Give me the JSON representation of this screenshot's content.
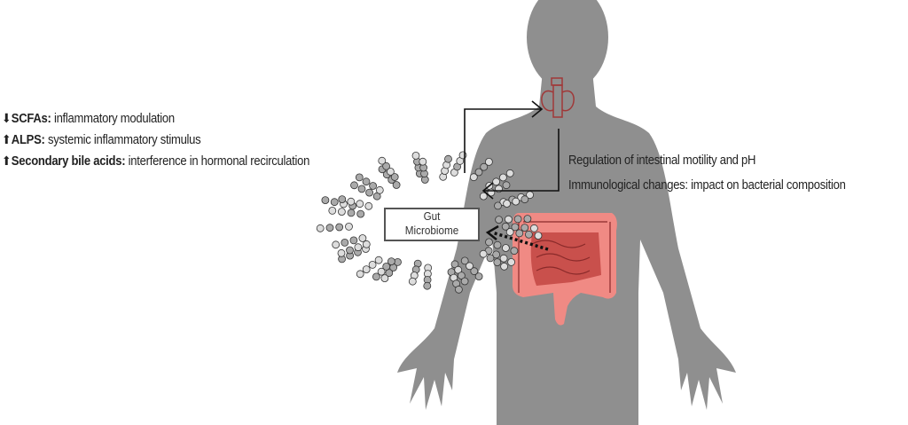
{
  "effects": [
    {
      "direction": "down",
      "arrow": "⬇",
      "term": "SCFAs:",
      "desc": " inflammatory modulation"
    },
    {
      "direction": "up",
      "arrow": "⬆",
      "term": "ALPS:",
      "desc": " systemic inflammatory stimulus"
    },
    {
      "direction": "up",
      "arrow": "⬆",
      "term": "Secondary bile acids:",
      "desc": " interference in hormonal recirculation"
    }
  ],
  "thyroid_effects": [
    "Regulation of intestinal motility and pH",
    "Immunological changes: impact on bacterial composition"
  ],
  "box": {
    "line1": "Gut",
    "line2": "Microbiome"
  },
  "colors": {
    "body": "#8f8f8f",
    "intestine": "#f08a84",
    "intestine_inner": "#c9504c",
    "thyroid": "#a03838"
  }
}
